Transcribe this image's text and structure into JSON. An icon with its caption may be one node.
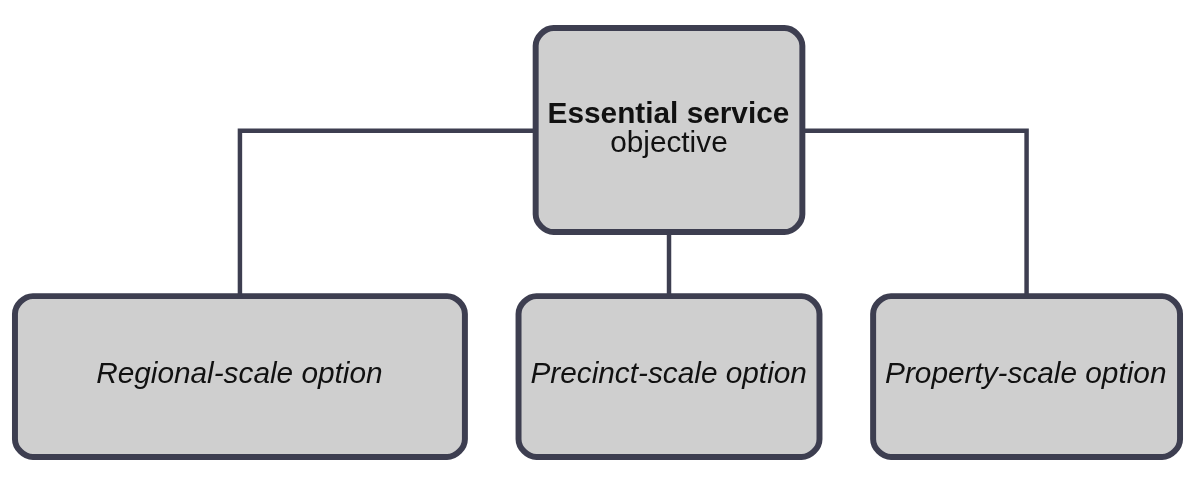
{
  "diagram": {
    "nodes": [
      {
        "text": [
          "**Essential service** objective"
        ]
      },
      {
        "text": [
          "Regional-scale option"
        ]
      },
      {
        "text": [
          "Precinct-scale option"
        ]
      },
      {
        "text": [
          "Property-scale option"
        ]
      }
    ],
    "edges": [
      {
        "from": 0,
        "to": 1,
        "arrow": "none"
      },
      {
        "from": 0,
        "to": 2,
        "arrow": "none"
      },
      {
        "from": 0,
        "to": 3,
        "arrow": "none"
      }
    ]
  }
}
